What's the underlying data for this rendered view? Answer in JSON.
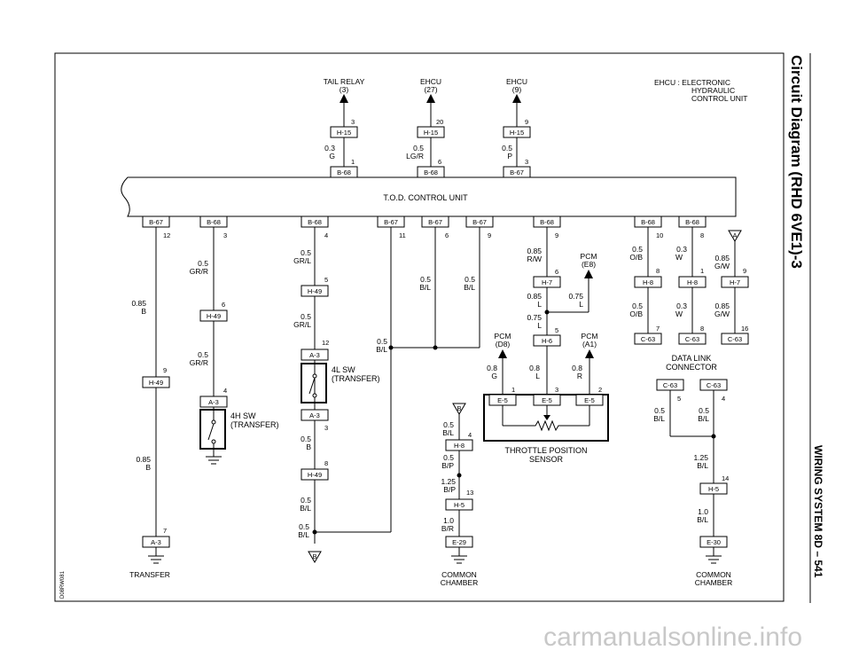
{
  "page": {
    "title": "Circuit Diagram (RHD 6VE1)-3",
    "header": "WIRING SYSTEM 8D – 541",
    "figure_id": "D08RW081",
    "watermark": "carmanualsonline.info"
  },
  "top_refs": [
    {
      "name": "TAIL RELAY",
      "pin": "(3)"
    },
    {
      "name": "EHCU",
      "pin": "(27)"
    },
    {
      "name": "EHCU",
      "pin": "(9)"
    }
  ],
  "ehcu_note": {
    "line1": "EHCU : ELECTRONIC",
    "line2": "HYDRAULIC",
    "line3": "CONTROL UNIT"
  },
  "unit_label": "T.O.D. CONTROL UNIT",
  "connectors": {
    "h15": "H-15",
    "b68": "B-68",
    "b67": "B-67",
    "h49": "H-49",
    "a3": "A-3",
    "h7": "H-7",
    "h6": "H-6",
    "h8": "H-8",
    "h5": "H-5",
    "c63": "C-63",
    "e5": "E-5",
    "e29": "E-29",
    "e30": "E-30"
  },
  "pins": [
    "3",
    "1",
    "20",
    "6",
    "9",
    "12",
    "4",
    "5",
    "8",
    "11",
    "10",
    "7",
    "16",
    "2",
    "13",
    "14"
  ],
  "wires": {
    "w03g": [
      "0.3",
      "G"
    ],
    "w05lgr": [
      "0.5",
      "LG/R"
    ],
    "w05p": [
      "0.5",
      "P"
    ],
    "w085b": [
      "0.85",
      "B"
    ],
    "w05grr": [
      "0.5",
      "GR/R"
    ],
    "w05grl": [
      "0.5",
      "GR/L"
    ],
    "w05b": [
      "0.5",
      "B"
    ],
    "w05bl": [
      "0.5",
      "B/L"
    ],
    "w085rw": [
      "0.85",
      "R/W"
    ],
    "w085l": [
      "0.85",
      "L"
    ],
    "w075l": [
      "0.75",
      "L"
    ],
    "w08g": [
      "0.8",
      "G"
    ],
    "w08l": [
      "0.8",
      "L"
    ],
    "w08r": [
      "0.8",
      "R"
    ],
    "w05ob": [
      "0.5",
      "O/B"
    ],
    "w03w": [
      "0.3",
      "W"
    ],
    "w085gw": [
      "0.85",
      "G/W"
    ],
    "w05bp": [
      "0.5",
      "B/P"
    ],
    "w125bp": [
      "1.25",
      "B/P"
    ],
    "w10br": [
      "1.0",
      "B/R"
    ],
    "w125bl": [
      "1.25",
      "B/L"
    ],
    "w10bl": [
      "1.0",
      "B/L"
    ]
  },
  "pcm": {
    "e8": [
      "PCM",
      "(E8)"
    ],
    "d8": [
      "PCM",
      "(D8)"
    ],
    "a1": [
      "PCM",
      "(A1)"
    ]
  },
  "components": {
    "sw4h": [
      "4H SW",
      "(TRANSFER)"
    ],
    "sw4l": [
      "4L SW",
      "(TRANSFER)"
    ],
    "tps": [
      "THROTTLE POSITION",
      "SENSOR"
    ],
    "dlc": [
      "DATA LINK",
      "CONNECTOR"
    ]
  },
  "grounds": {
    "transfer": "TRANSFER",
    "common": [
      "COMMON",
      "CHAMBER"
    ]
  },
  "offpage": {
    "a": "A",
    "b": "B"
  }
}
